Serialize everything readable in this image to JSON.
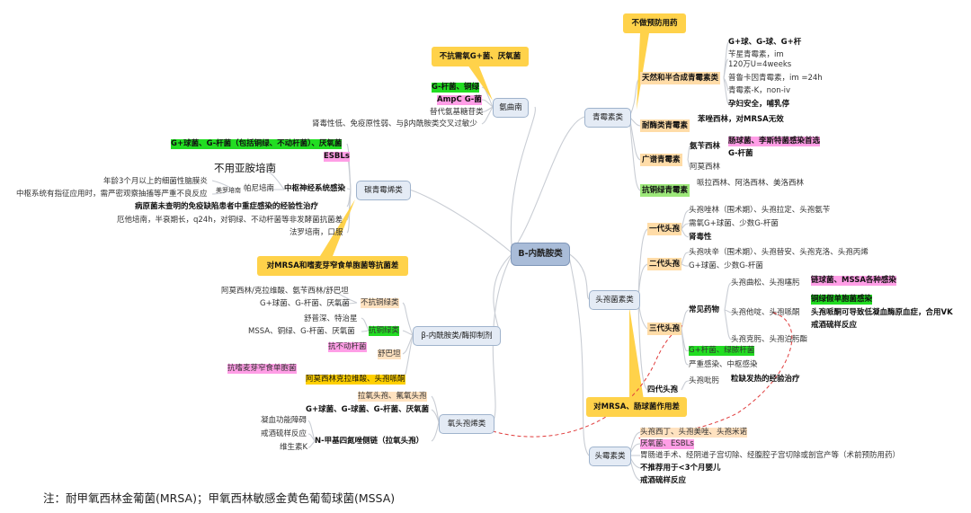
{
  "center": "Β-内酰胺类",
  "branches": {
    "penicillin": "青霉素类",
    "aztreonam": "氨曲南",
    "carbapenem": "碳青霉烯类",
    "inhibitor": "β-内酰胺类/酶抑制剂",
    "oxacephem": "氧头孢烯类",
    "cephalosporin": "头孢菌素类",
    "cephamycin": "头霉素类"
  },
  "callouts": {
    "no_prophylaxis": "不做预防用药",
    "aztreonam_note": "不抗需氧G+菌、厌氧菌",
    "carbapenem_note": "对MRSA和嗜麦芽窄食单胞菌等抗菌差",
    "ceph_note": "对MRSA、肠球菌作用差"
  },
  "penicillin": {
    "natural": "天然和半合成青霉素类",
    "natural_items": [
      "G+球、G-球、G+杆",
      "苄星青霉素，im",
      "120万U=4weeks",
      "普鲁卡因青霉素，im =24h",
      "青霉素-K，non-iv",
      "孕妇安全，哺乳停"
    ],
    "enzyme": "耐酶类青霉素",
    "enzyme_item": "苯唑西林，对MRSA无效",
    "broad": "广谱青霉素",
    "broad_items": [
      "氨苄西林",
      "肠球菌、李斯特菌感染首选",
      "G-杆菌",
      "阿莫西林"
    ],
    "pseudo": "抗铜绿青霉素",
    "pseudo_item": "哌拉西林、阿洛西林、美洛西林"
  },
  "aztreonam": {
    "items": [
      "G-杆菌、铜绿",
      "AmpC G-菌",
      "替代氨基糖苷类",
      "肾毒性低、免疫原性弱、与β内酰胺类交叉过敏少"
    ]
  },
  "carbapenem": {
    "spectrum": "G+球菌、G-杆菌（包括铜绿、不动杆菌）、厌氧菌",
    "esbl": "ESBLs",
    "no_cilastatin": "不用亚胺培南",
    "meropenem": "美罗培南",
    "panipenem": "帕尼培南",
    "infant": "年龄3个月以上的细菌性脑膜炎",
    "cns_indication": "中枢系统有指征应用时，需严密观察抽搐等严重不良反应",
    "cns": "中枢神经系统感染",
    "empiric": "病原菌未查明的免疫缺陷患者中重症感染的经验性治疗",
    "ertapenem": "厄他培南，半衰期长，q24h，对铜绿、不动杆菌等非发酵菌抗菌差",
    "faropenem": "法罗培南，口服"
  },
  "inhibitor": {
    "amox_clav": "阿莫西林/克拉维酸、氨苄西林/舒巴坦",
    "g_mix": "G+球菌、G-杆菌、厌氧菌",
    "no_pseudo": "不抗铜绿类",
    "taz_items": "舒普深、特治星",
    "mssa": "MSSA、铜绿、G-杆菌、厌氧菌",
    "anti_pseudo": "抗铜绿类",
    "anti_acineto": "抗不动杆菌",
    "sulbactam": "舒巴坦",
    "steno": "抗嗜麦芽窄食单胞菌",
    "ticar": "阿莫西林克拉维酸、头孢哌酮"
  },
  "oxacephem": {
    "drugs": "拉氧头孢、氟氧头孢",
    "spectrum": "G+球菌、G-球菌、G-杆菌、厌氧菌",
    "coag": "凝血功能障碍",
    "disulfiram": "戒酒硫样反应",
    "vitk": "维生素K",
    "nmtt": "N-甲基四氮唑侧链（拉氧头孢）"
  },
  "cephalosporin": {
    "gen1": "一代头孢",
    "gen1_items": [
      "头孢唑林（围术期）、头孢拉定、头孢氨苄",
      "需氧G+球菌、少数G-杆菌",
      "肾毒性"
    ],
    "gen2": "二代头孢",
    "gen2_items": [
      "头孢呋辛（围术期）、头孢替安、头孢克洛、头孢丙烯",
      "G+球菌、少数G-杆菌"
    ],
    "gen3": "三代头孢",
    "common": "常见药物",
    "gen3_drugs": [
      "头孢曲松、头孢噻肟",
      "头孢他啶、头孢哌酮",
      "头孢克肟、头孢泊肟酯"
    ],
    "gen3_notes": [
      "链球菌、MSSA各种感染",
      "铜绿假单胞菌感染",
      "头孢哌酮可导致低凝血酶原血症，合用VK",
      "戒酒硫样反应"
    ],
    "gen3_spectrum": "G+杆菌、绿脓杆菌",
    "gen3_use": "严重感染、中枢感染",
    "gen4": "四代头孢",
    "gen4_drug": "头孢吡肟",
    "gen4_use": "粒缺发热的经验治疗"
  },
  "cephamycin": {
    "drugs": "头孢西丁、头孢美唑、头孢米诺",
    "esbl": "厌氧菌、ESBLs",
    "surgery": "胃肠道手术、经阴道子宫切除、经腹腔子宫切除或剖宫产等（术前预防用药）",
    "infant": "不推荐用于<3个月婴儿",
    "disulfiram": "戒酒硫样反应"
  },
  "footnote": "注：耐甲氧西林金葡菌(MRSA)；甲氧西林敏感金黄色葡萄球菌(MSSA)"
}
